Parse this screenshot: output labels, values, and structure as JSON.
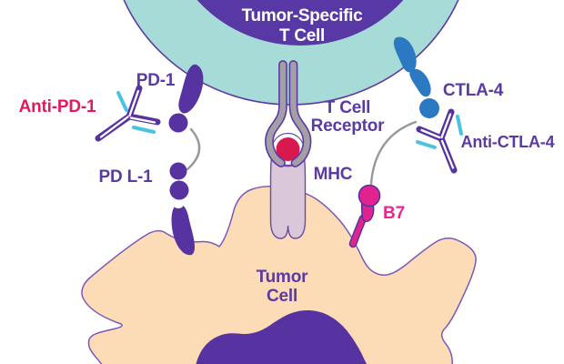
{
  "diagram": {
    "t_cell": {
      "title_line1": "Tumor-Specific",
      "title_line2": "T Cell"
    },
    "labels": {
      "pd1": "PD-1",
      "anti_pd1": "Anti-PD-1",
      "pdl1": "PD L-1",
      "tcr_line1": "T Cell",
      "tcr_line2": "Receptor",
      "mhc": "MHC",
      "b7": "B7",
      "ctla4": "CTLA-4",
      "anti_ctla4": "Anti-CTLA-4",
      "tumor_line1": "Tumor",
      "tumor_line2": "Cell"
    },
    "colors": {
      "t_cell_fill": "#a7dbd8",
      "t_cell_nucleus": "#5838a4",
      "receptor_purple": "#5733a1",
      "tumor_fill": "#fbdcb7",
      "tumor_outline": "#7e57b7",
      "mhc_fill": "#dbc7da",
      "tcr_gray": "#a49fa6",
      "antigen_red": "#d81950",
      "ctla4_blue": "#2b79c2",
      "b7_magenta": "#e2238f",
      "antibody_cyan": "#4cc3de",
      "label_purple": "#5b3aa2",
      "anti_pd1_label": "#e21a5c",
      "interaction_arc_gray": "#9a979b"
    }
  }
}
